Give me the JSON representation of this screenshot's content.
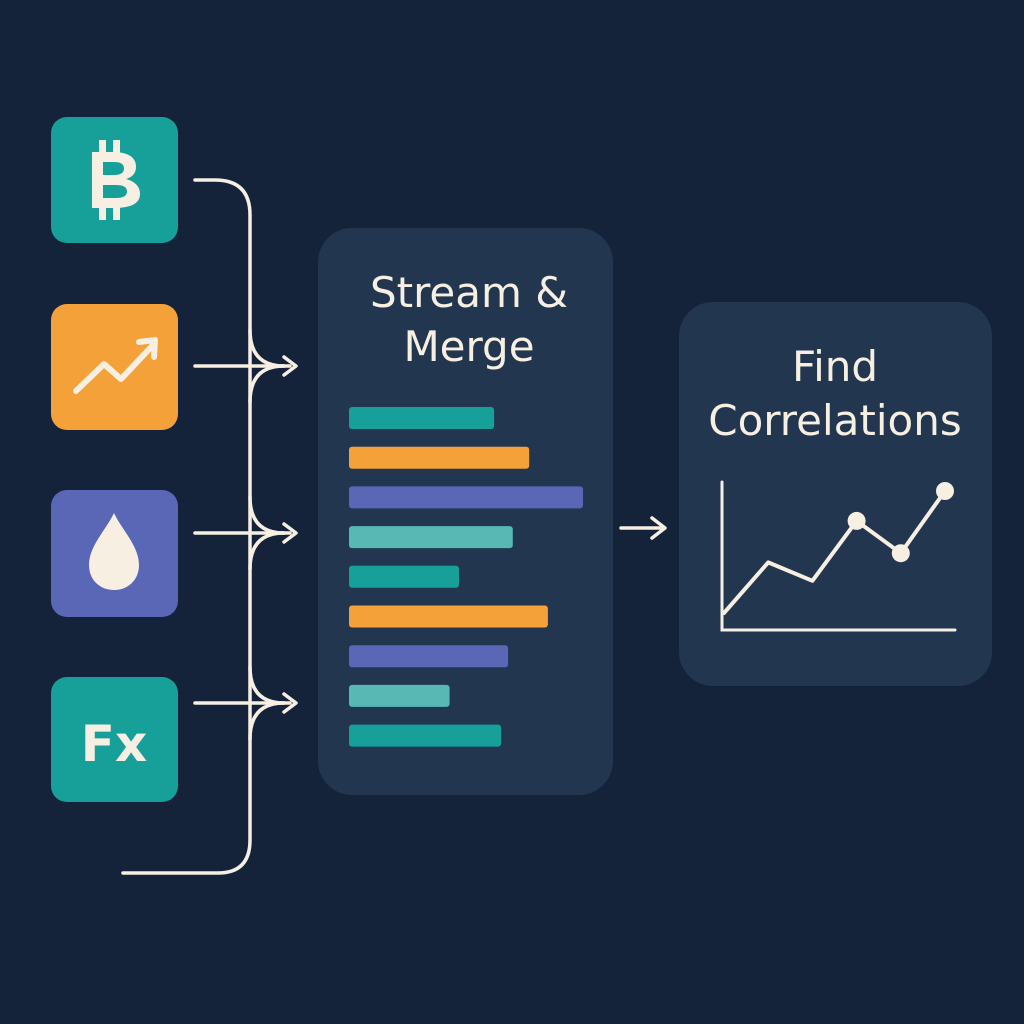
{
  "colors": {
    "background": "#15233a",
    "panel": "#223650",
    "teal": "#17a09a",
    "orange": "#f5a13a",
    "indigo": "#5a66b6",
    "light_teal": "#58b8b4",
    "line": "#f6efe2",
    "text": "#f6efe2"
  },
  "sources": [
    {
      "id": "bitcoin",
      "icon": "bitcoin-icon",
      "color": "#17a09a"
    },
    {
      "id": "stocks",
      "icon": "trend-up-arrow-icon",
      "color": "#f5a13a"
    },
    {
      "id": "oil",
      "icon": "oil-drop-icon",
      "color": "#5a66b6"
    },
    {
      "id": "forex",
      "icon": "fx-icon",
      "color": "#17a09a",
      "label": "Fx"
    }
  ],
  "merge_panel": {
    "title_line1": "Stream &",
    "title_line2": "Merge",
    "bars": [
      {
        "length": 0.62,
        "color": "#17a09a"
      },
      {
        "length": 0.77,
        "color": "#f5a13a"
      },
      {
        "length": 1.0,
        "color": "#5a66b6"
      },
      {
        "length": 0.7,
        "color": "#58b8b4"
      },
      {
        "length": 0.47,
        "color": "#17a09a"
      },
      {
        "length": 0.85,
        "color": "#f5a13a"
      },
      {
        "length": 0.68,
        "color": "#5a66b6"
      },
      {
        "length": 0.43,
        "color": "#58b8b4"
      },
      {
        "length": 0.65,
        "color": "#17a09a"
      }
    ]
  },
  "correlation_panel": {
    "title_line1": "Find",
    "title_line2": "Correlations",
    "line_points": [
      {
        "x": 0,
        "y": 0
      },
      {
        "x": 1,
        "y": 2.2
      },
      {
        "x": 2,
        "y": 1.4
      },
      {
        "x": 3,
        "y": 4.0
      },
      {
        "x": 4,
        "y": 2.6
      },
      {
        "x": 5,
        "y": 5.3
      }
    ],
    "marked_points": [
      3,
      4,
      5
    ]
  }
}
